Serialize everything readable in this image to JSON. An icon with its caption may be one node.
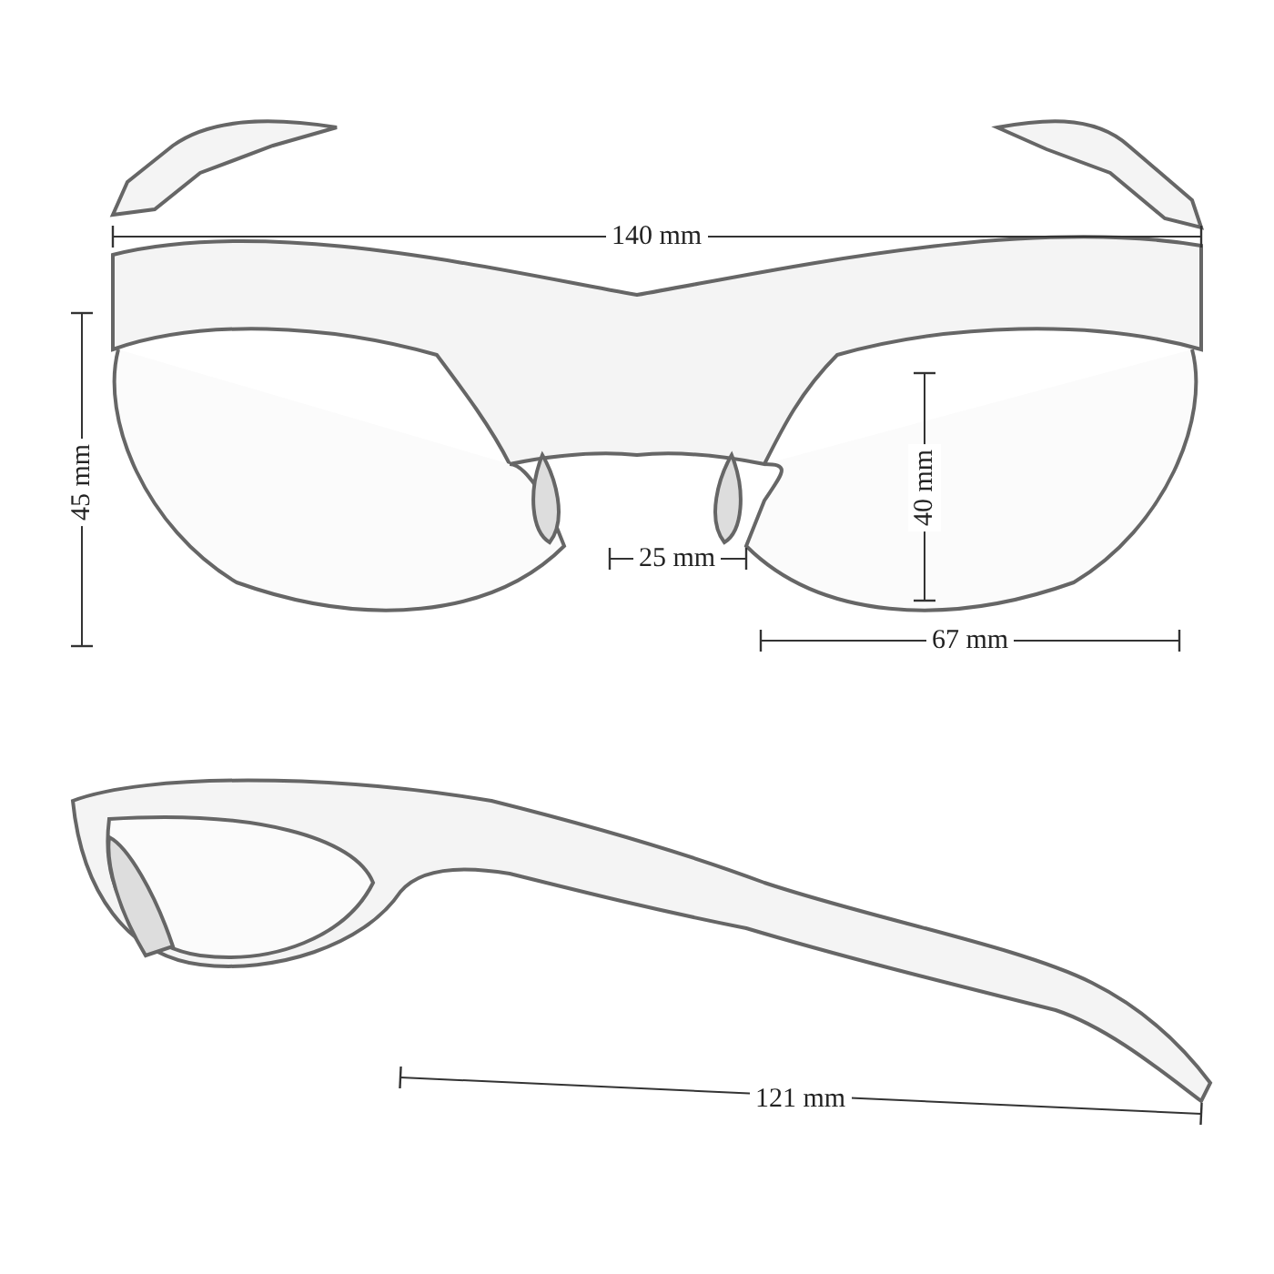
{
  "diagram": {
    "labels": [
      "140 mm",
      "45 mm",
      "40 mm",
      "25 mm",
      "67 mm",
      "121 mm"
    ]
  }
}
